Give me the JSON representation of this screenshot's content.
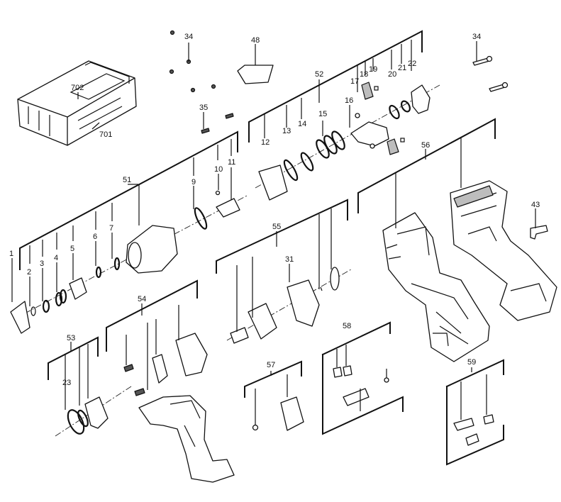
{
  "diagram": {
    "labels": [
      "34",
      "48",
      "702",
      "701",
      "52",
      "19",
      "18",
      "17",
      "20",
      "21",
      "22",
      "16",
      "15",
      "14",
      "13",
      "12",
      "35",
      "11",
      "10",
      "9",
      "51",
      "56",
      "43",
      "1",
      "2",
      "3",
      "4",
      "5",
      "6",
      "7",
      "55",
      "31",
      "54",
      "53",
      "23",
      "58",
      "57",
      "59"
    ]
  }
}
